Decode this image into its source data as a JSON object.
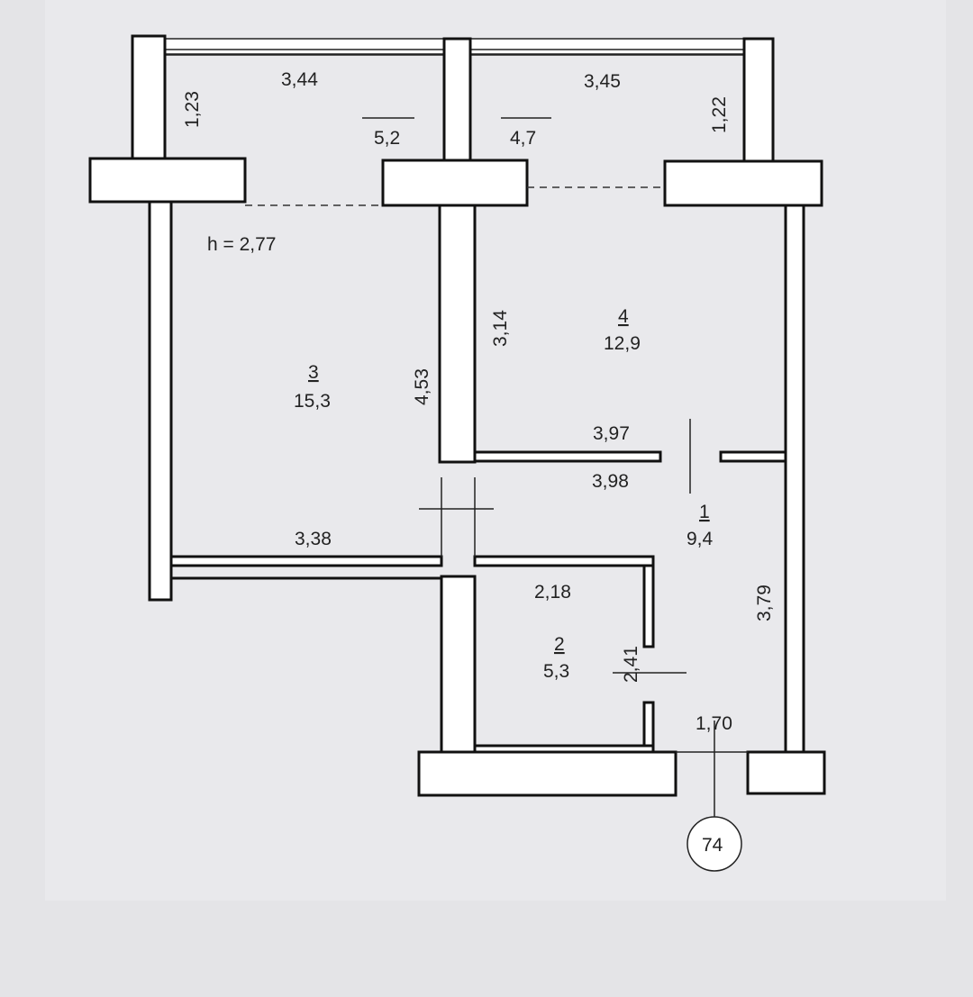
{
  "plan": {
    "ceiling_height": "h = 2,77",
    "apartment_number": "74",
    "balconies": [
      {
        "width": "3,44",
        "depth": "1,23",
        "area": "5,2"
      },
      {
        "width": "3,45",
        "depth": "1,22",
        "area": "4,7"
      }
    ],
    "rooms": [
      {
        "number": "3",
        "area": "15,3",
        "dims": [
          "4,53",
          "3,38"
        ]
      },
      {
        "number": "4",
        "area": "12,9",
        "dims": [
          "3,14",
          "3,97"
        ]
      },
      {
        "number": "1",
        "area": "9,4",
        "dims": [
          "3,98",
          "3,79",
          "1,70"
        ]
      },
      {
        "number": "2",
        "area": "5,3",
        "dims": [
          "2,18",
          "2,41"
        ]
      }
    ]
  }
}
